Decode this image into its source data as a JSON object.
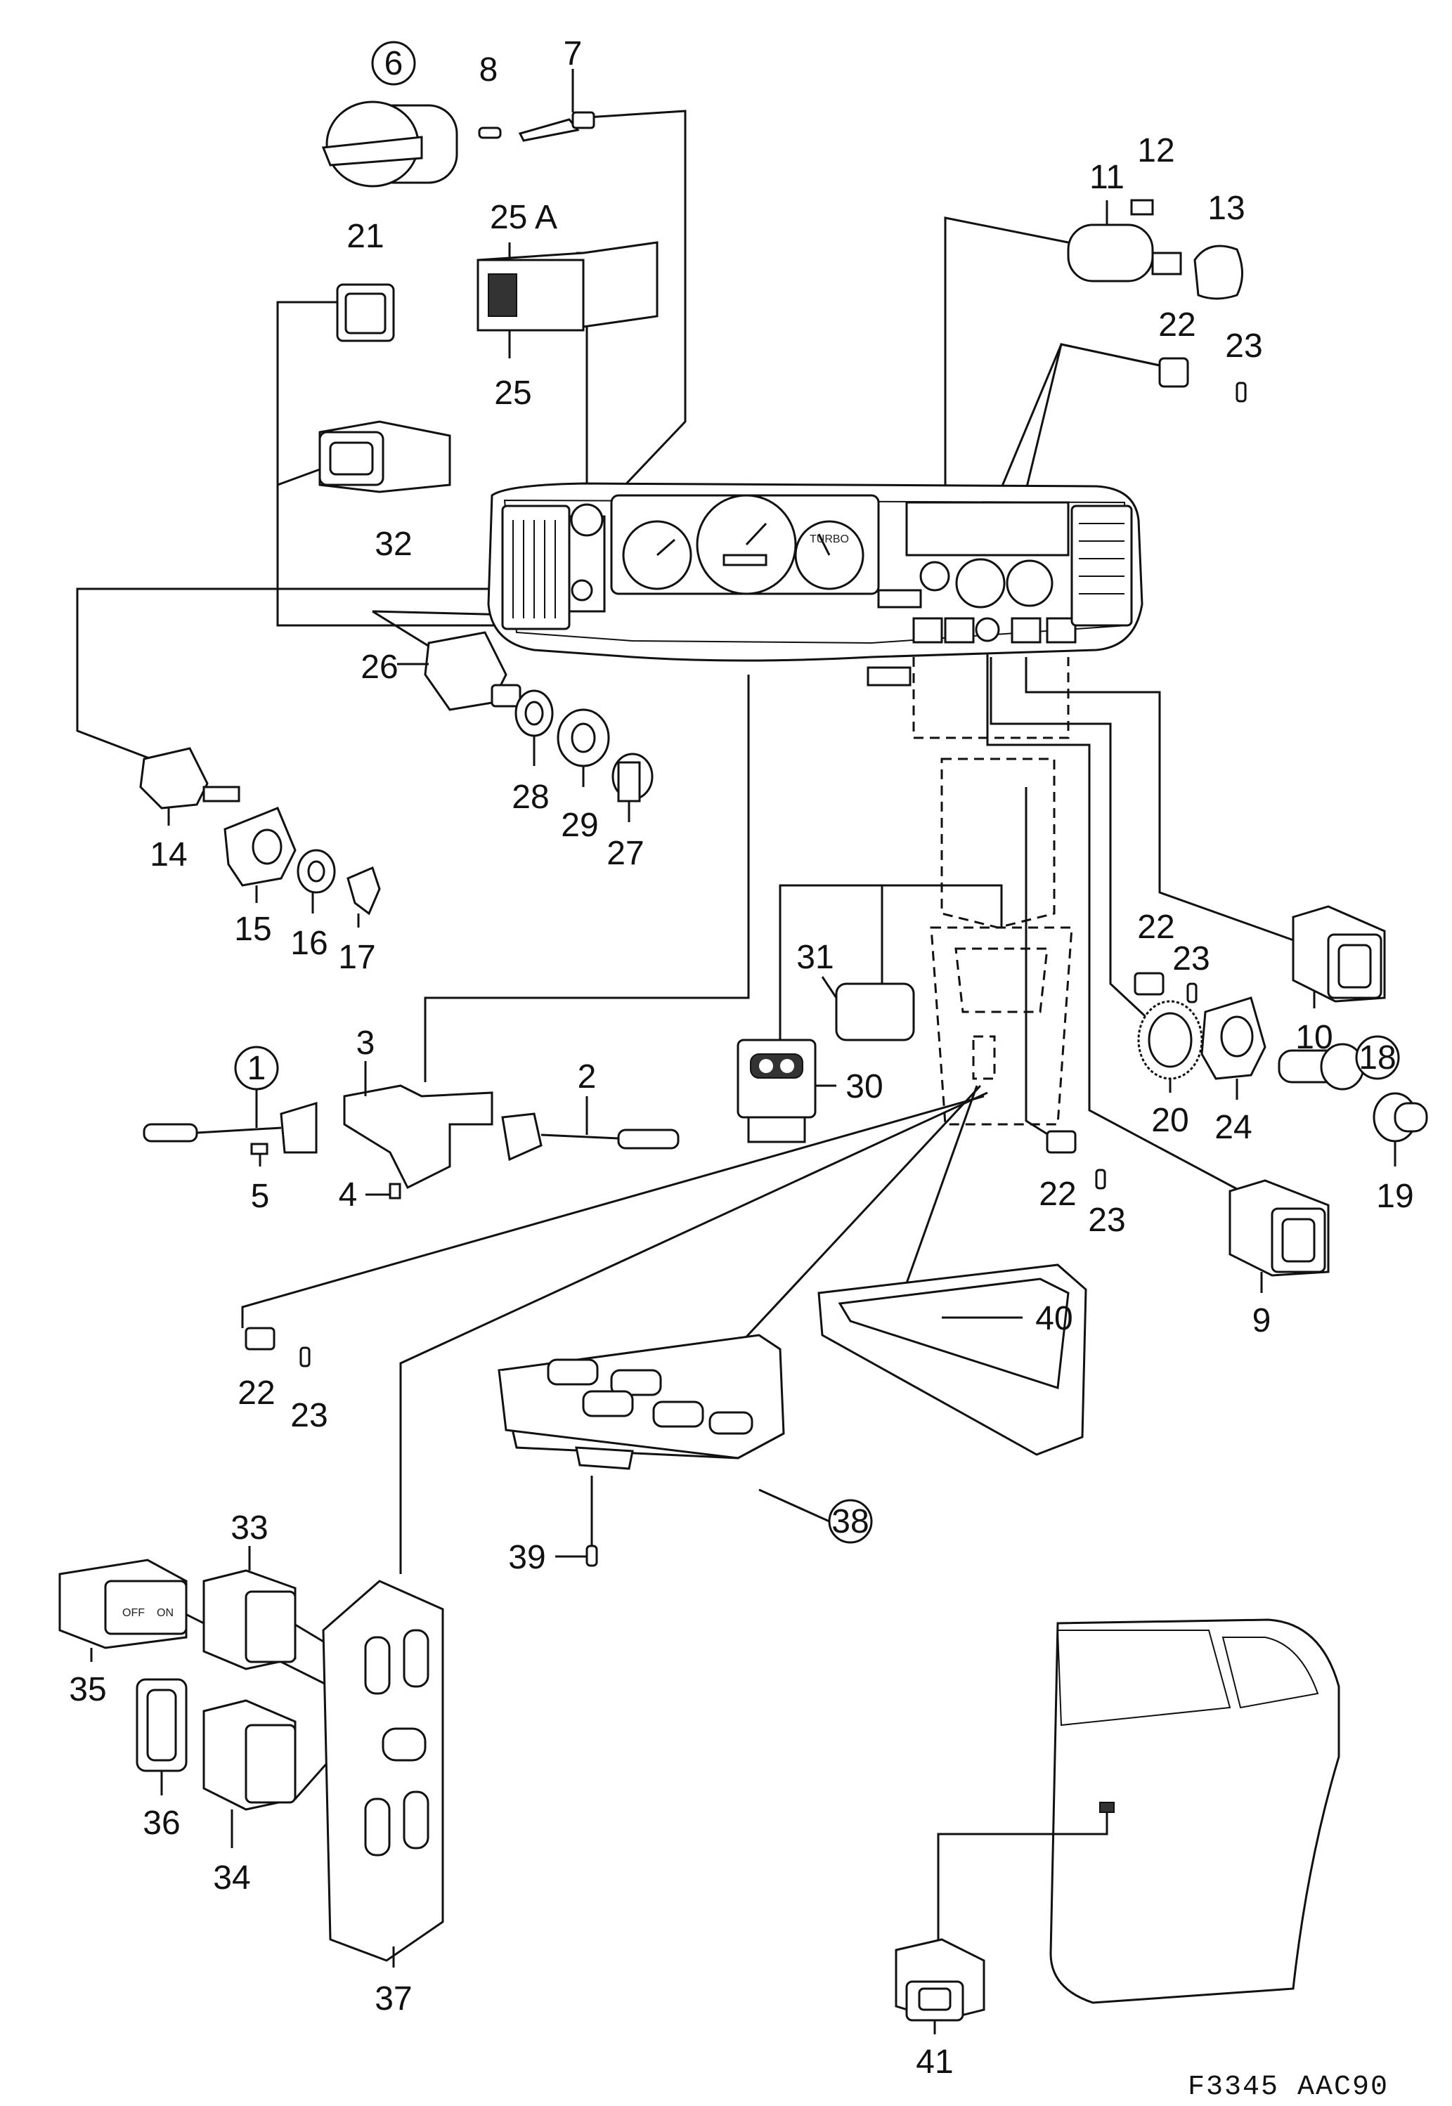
{
  "drawing": {
    "code": "F3345 AAC90",
    "labels": {
      "p1": "1",
      "p2": "2",
      "p3": "3",
      "p4": "4",
      "p5": "5",
      "p6": "6",
      "p7": "7",
      "p8": "8",
      "p9": "9",
      "p10": "10",
      "p11": "11",
      "p12": "12",
      "p13": "13",
      "p14": "14",
      "p15": "15",
      "p16": "16",
      "p17": "17",
      "p18": "18",
      "p19": "19",
      "p20": "20",
      "p21": "21",
      "p22": "22",
      "p23": "23",
      "p24": "24",
      "p25": "25",
      "p25a": "25 A",
      "p26": "26",
      "p27": "27",
      "p28": "28",
      "p29": "29",
      "p30": "30",
      "p31": "31",
      "p32": "32",
      "p33": "33",
      "p34": "34",
      "p35": "35",
      "p36": "36",
      "p37": "37",
      "p38": "38",
      "p39": "39",
      "p40": "40",
      "p41": "41"
    },
    "panel_text": {
      "turbo": "TURBO",
      "off": "OFF",
      "on": "ON"
    }
  }
}
